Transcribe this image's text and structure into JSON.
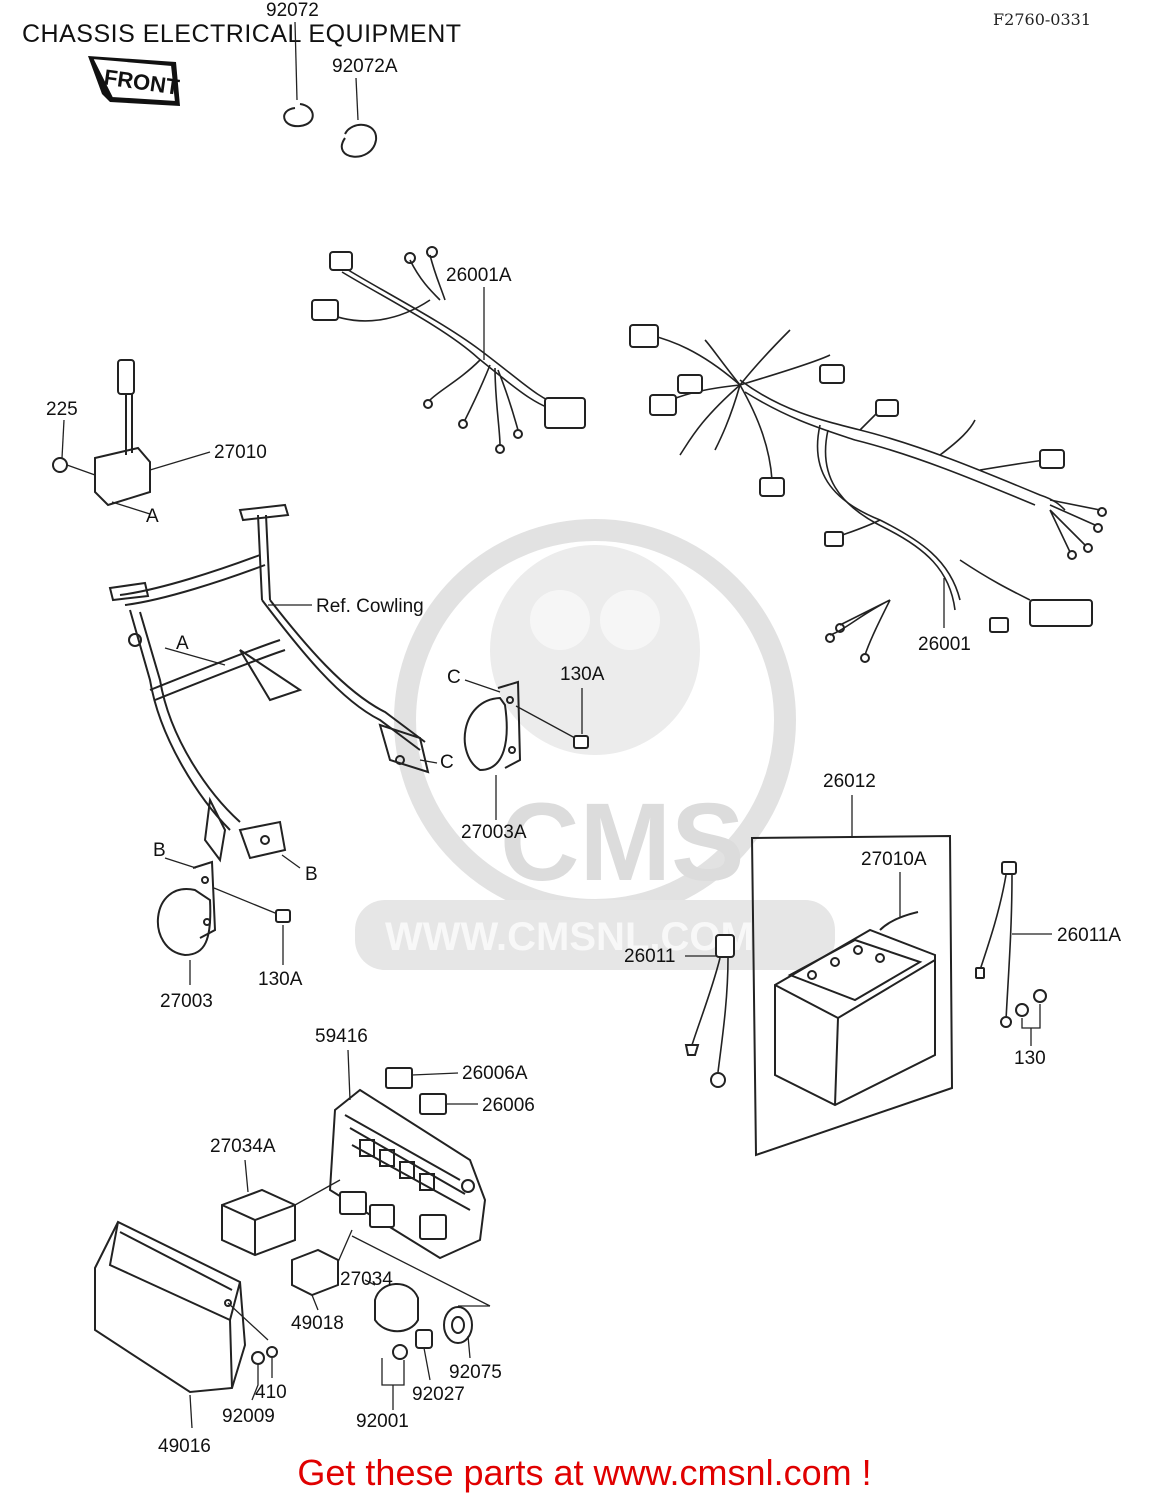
{
  "header": {
    "title": "CHASSIS ELECTRICAL EQUIPMENT",
    "code": "F2760-0331"
  },
  "front_badge": "FRONT",
  "labels": {
    "p92072": "92072",
    "p92072a": "92072A",
    "p26001a": "26001A",
    "p225": "225",
    "p27010": "27010",
    "refA1": "A",
    "refA2": "A",
    "ref_cowling": "Ref. Cowling",
    "refC1": "C",
    "refC2": "C",
    "p130a_1": "130A",
    "p27003a": "27003A",
    "refB1": "B",
    "refB2": "B",
    "p130a_2": "130A",
    "p27003": "27003",
    "p26001": "26001",
    "p26012": "26012",
    "p27010a": "27010A",
    "p26011": "26011",
    "p26011a": "26011A",
    "p130": "130",
    "p59416": "59416",
    "p26006a": "26006A",
    "p26006": "26006",
    "p27034a": "27034A",
    "p27034": "27034",
    "p49018": "49018",
    "p92075": "92075",
    "p410": "410",
    "p92027": "92027",
    "p92009": "92009",
    "p92001": "92001",
    "p49016": "49016"
  },
  "watermark": {
    "brand": "CMS",
    "url": "WWW.CMSNL.COM"
  },
  "footer": {
    "cta": "Get these parts at www.cmsnl.com !"
  },
  "colors": {
    "cta": "#e00000",
    "ink": "#222222",
    "watermark": "#dcdcdc"
  }
}
